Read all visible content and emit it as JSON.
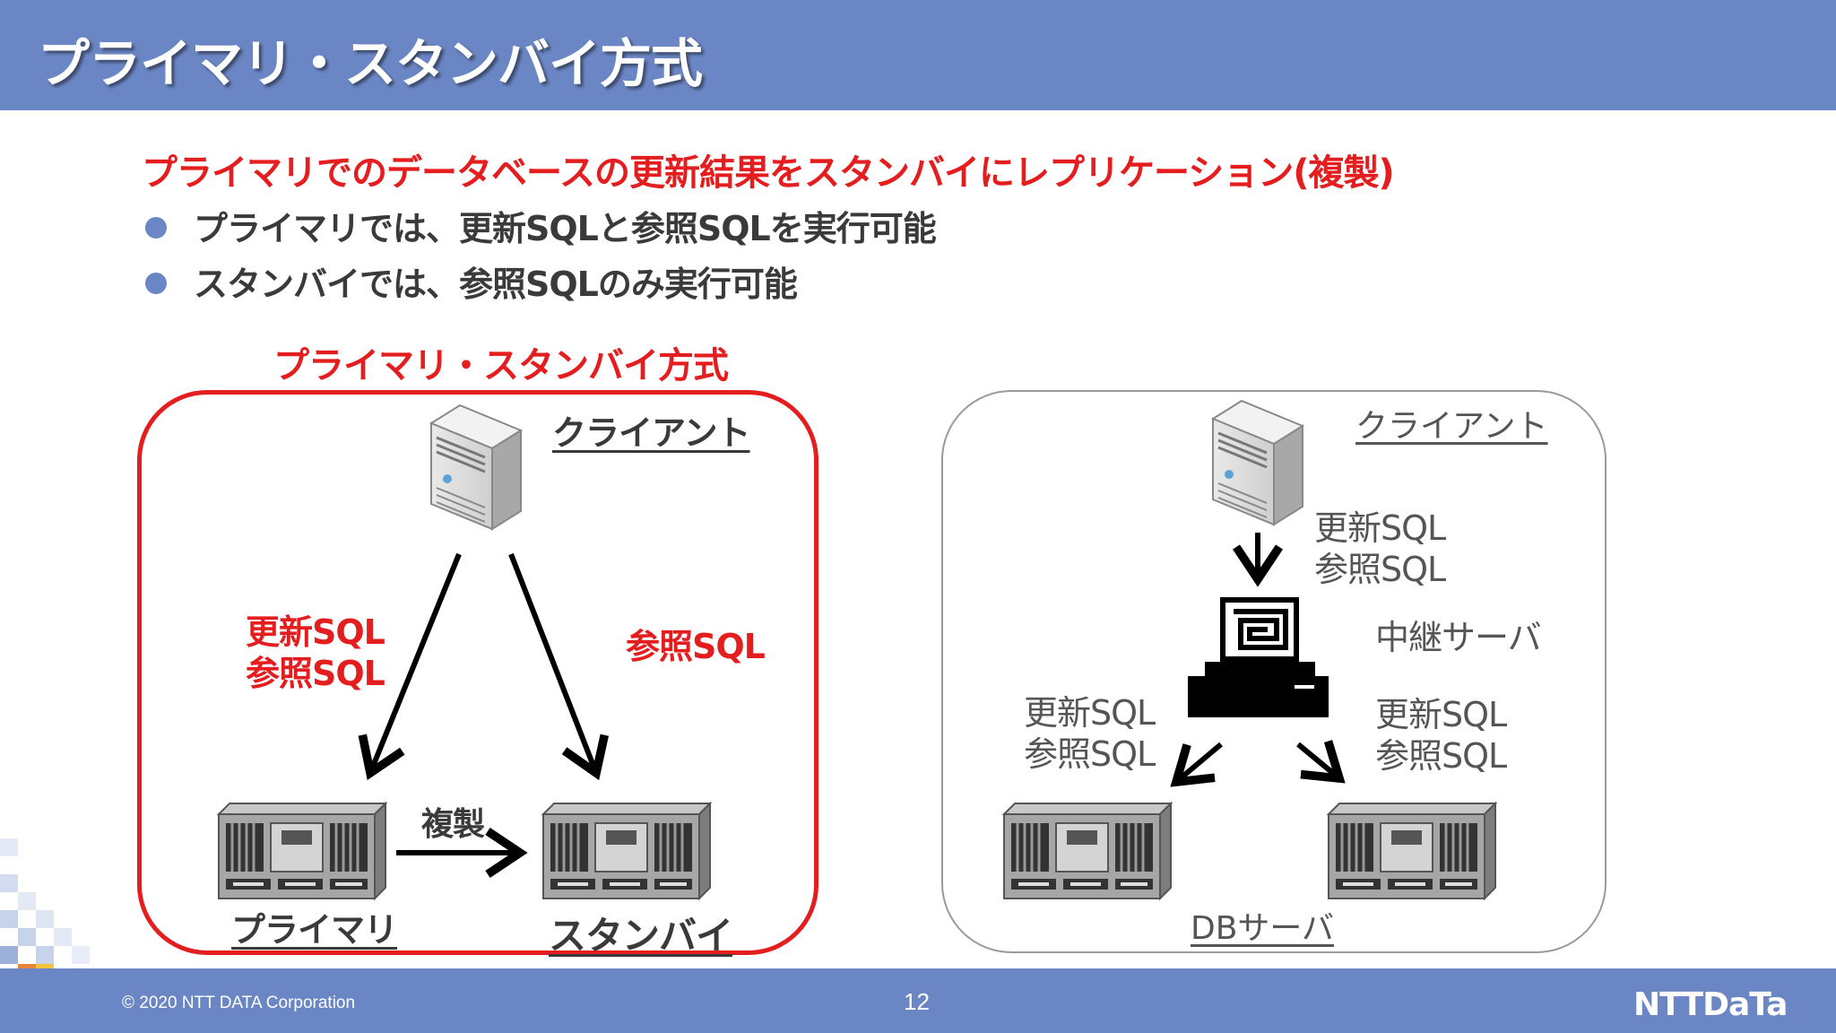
{
  "slide": {
    "title": "プライマリ・スタンバイ方式",
    "lead": "プライマリでのデータベースの更新結果をスタンバイにレプリケーション(複製)",
    "bullets": [
      "プライマリでは、更新SQLと参照SQLを実行可能",
      "スタンバイでは、参照SQLのみ実行可能"
    ]
  },
  "left_diagram": {
    "title": "プライマリ・スタンバイ方式",
    "client_label": "クライアント",
    "primary_sql": [
      "更新SQL",
      "参照SQL"
    ],
    "standby_sql": "参照SQL",
    "replication_label": "複製",
    "primary_label": "プライマリ",
    "standby_label": "スタンバイ"
  },
  "right_diagram": {
    "client_label": "クライアント",
    "client_sql": [
      "更新SQL",
      "参照SQL"
    ],
    "relay_label": "中継サーバ",
    "left_sql": [
      "更新SQL",
      "参照SQL"
    ],
    "right_sql": [
      "更新SQL",
      "参照SQL"
    ],
    "db_label": "DBサーバ"
  },
  "footer": {
    "copyright": "© 2020 NTT DATA Corporation",
    "page": "12",
    "logo_text": "NTTDaTa"
  },
  "colors": {
    "header_bar": "#6b86c4",
    "accent_red": "#e41e1e",
    "text_dark": "#3a3a3a"
  }
}
